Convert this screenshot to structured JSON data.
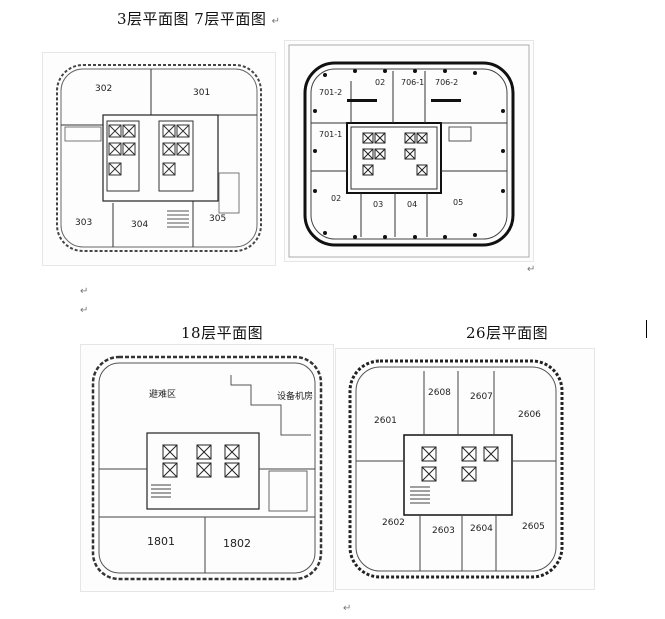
{
  "headings": {
    "top": "3层平面图 7层平面图",
    "floor18": "18层平面图",
    "floor26": "26层平面图"
  },
  "marks": {
    "paragraph": "↵"
  },
  "plan3": {
    "rooms": [
      "302",
      "301",
      "303",
      "304",
      "305"
    ]
  },
  "plan7": {
    "rooms": [
      "701-2",
      "02",
      "706-1",
      "706-2",
      "701-1",
      "03",
      "04",
      "05",
      "02"
    ]
  },
  "plan18": {
    "rooms": [
      "避难区",
      "设备机房",
      "1801",
      "1802"
    ]
  },
  "plan26": {
    "rooms": [
      "2608",
      "2607",
      "2601",
      "2606",
      "2602",
      "2603",
      "2604",
      "2605"
    ]
  }
}
